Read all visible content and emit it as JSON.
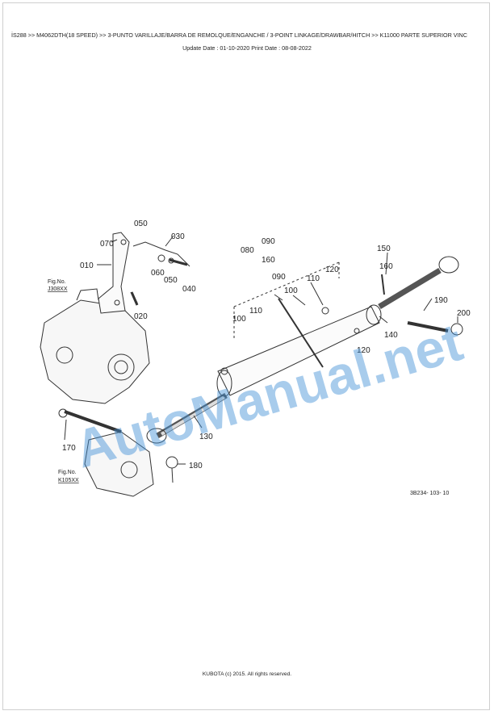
{
  "header": {
    "breadcrumb": "İS288 >> M4062DTH(18 SPEED) >> 3-PUNTO VARILLAJE/BARRA DE REMOLQUE/ENGANCHE / 3-POINT LINKAGE/DRAWBAR/HITCH >> K11000   PARTE SUPERIOR VINC",
    "dates": "Update Date : 01-10-2020   Print Date : 08-08-2022"
  },
  "diagram": {
    "part_labels": [
      "050",
      "070",
      "030",
      "010",
      "060",
      "050",
      "040",
      "020",
      "090",
      "080",
      "160",
      "150",
      "160",
      "120",
      "090",
      "100",
      "110",
      "100",
      "110",
      "190",
      "200",
      "140",
      "120",
      "130",
      "170",
      "180"
    ],
    "fig_refs": [
      {
        "line1": "Fig.No.",
        "line2": "J308XX"
      },
      {
        "line1": "Fig.No.",
        "line2": "K105XX"
      }
    ],
    "code": "3B234- 103- 10",
    "watermark": "AutoManual.net"
  },
  "footer": {
    "text": "KUBOTA (c) 2015. All rights reserved."
  }
}
